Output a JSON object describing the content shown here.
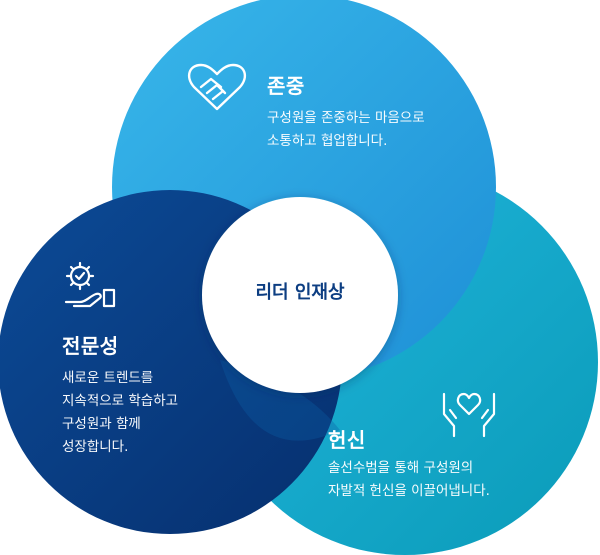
{
  "center": {
    "label": "리더 인재상"
  },
  "circles": [
    {
      "id": "respect",
      "title": "존중",
      "desc": "구성원을 존중하는 마음으로\n소통하고 협업합니다.",
      "icon": "handshake-heart-icon"
    },
    {
      "id": "expertise",
      "title": "전문성",
      "desc": "새로운 트렌드를\n지속적으로 학습하고\n구성원과 함께\n성장합니다.",
      "icon": "gear-hand-icon"
    },
    {
      "id": "dedication",
      "title": "헌신",
      "desc": "솔선수범을 통해 구성원의\n자발적 헌신을 이끌어냅니다.",
      "icon": "hands-heart-icon"
    }
  ],
  "colors": {
    "top": "#2fa8e4",
    "left": "#0a3e84",
    "right": "#16a9cc",
    "center_text": "#0d3e82"
  }
}
